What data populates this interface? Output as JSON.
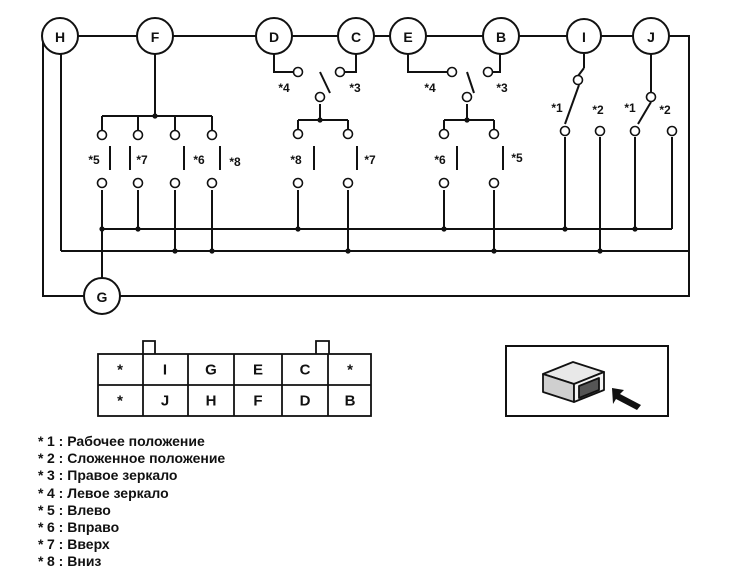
{
  "nodes": {
    "H": "H",
    "F": "F",
    "D": "D",
    "C": "C",
    "E": "E",
    "B": "B",
    "I": "I",
    "J": "J",
    "G": "G"
  },
  "switch_labels": {
    "fold_left_4": "*4",
    "fold_left_3": "*3",
    "fold_right_4": "*4",
    "fold_right_3": "*3",
    "left_5": "*5",
    "left_7": "*7",
    "left_6": "*6",
    "left_8": "*8",
    "mid_8": "*8",
    "mid_7": "*7",
    "right_6": "*6",
    "right_5": "*5",
    "i_1": "*1",
    "i_2": "*2",
    "j_1": "*1",
    "j_2": "*2"
  },
  "connector": {
    "top_row": [
      "*",
      "I",
      "G",
      "E",
      "C",
      "*"
    ],
    "bottom_row": [
      "*",
      "J",
      "H",
      "F",
      "D",
      "B"
    ]
  },
  "legend": [
    {
      "key": "1",
      "text": "Рабочее положение"
    },
    {
      "key": "2",
      "text": "Сложенное положение"
    },
    {
      "key": "3",
      "text": "Правое зеркало"
    },
    {
      "key": "4",
      "text": "Левое зеркало"
    },
    {
      "key": "5",
      "text": "Влево"
    },
    {
      "key": "6",
      "text": "Вправо"
    },
    {
      "key": "7",
      "text": "Вверх"
    },
    {
      "key": "8",
      "text": "Вниз"
    }
  ]
}
